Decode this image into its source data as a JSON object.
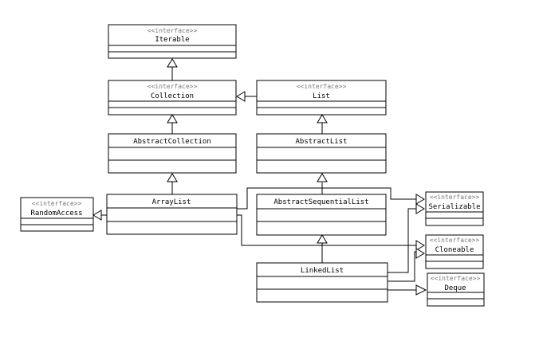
{
  "diagram": {
    "stereotype": "<<interface>>",
    "classes": {
      "iterable": {
        "name": "Iterable",
        "interface": true
      },
      "collection": {
        "name": "Collection",
        "interface": true
      },
      "list": {
        "name": "List",
        "interface": true
      },
      "abstract_collection": {
        "name": "AbstractCollection",
        "interface": false
      },
      "abstract_list": {
        "name": "AbstractList",
        "interface": false
      },
      "random_access": {
        "name": "RandomAccess",
        "interface": true
      },
      "array_list": {
        "name": "ArrayList",
        "interface": false
      },
      "abstract_sequential_list": {
        "name": "AbstractSequentialList",
        "interface": false
      },
      "serializable": {
        "name": "Serializable",
        "interface": true
      },
      "cloneable": {
        "name": "Cloneable",
        "interface": true
      },
      "linked_list": {
        "name": "LinkedList",
        "interface": false
      },
      "deque": {
        "name": "Deque",
        "interface": true
      }
    }
  }
}
